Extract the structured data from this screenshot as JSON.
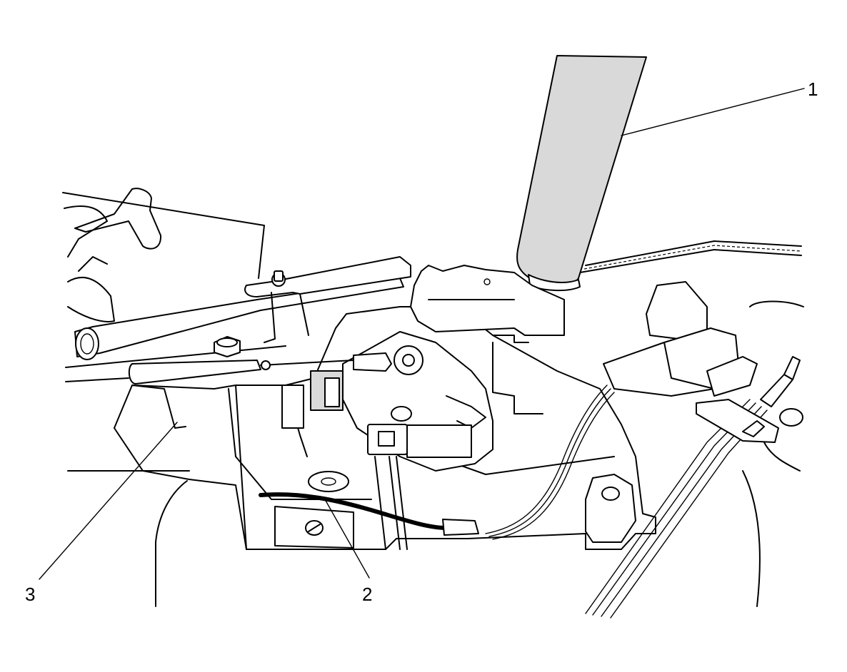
{
  "callouts": [
    {
      "id": "1",
      "label": "1"
    },
    {
      "id": "2",
      "label": "2"
    },
    {
      "id": "3",
      "label": "3"
    }
  ],
  "colors": {
    "line": "#000000",
    "shade": "#d9d9d9",
    "background": "#ffffff"
  }
}
